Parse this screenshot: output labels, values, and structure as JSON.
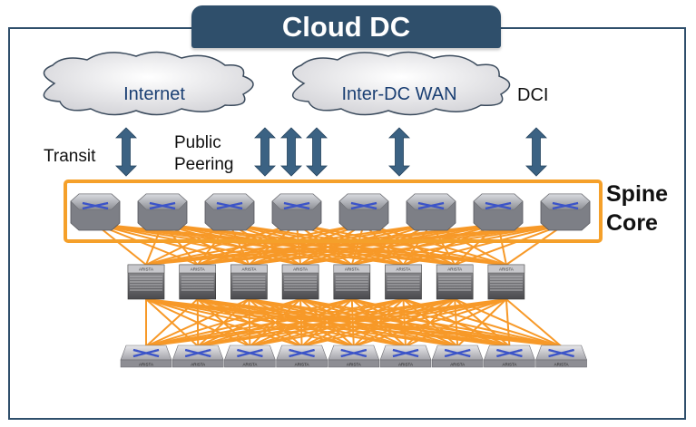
{
  "title": "Cloud DC",
  "clouds": [
    {
      "label": "Internet"
    },
    {
      "label": "Inter-DC WAN"
    }
  ],
  "labels": {
    "dci": "DCI",
    "transit": "Transit",
    "public_peering_line1": "Public",
    "public_peering_line2": "Peering"
  },
  "tiers": {
    "spine_core_line1": "Spine",
    "spine_core_line2": "Core"
  },
  "device_brand": "ARISTA",
  "counts": {
    "spine_switches": 8,
    "chassis_switches": 8,
    "leaf_switches": 9
  },
  "colors": {
    "frame": "#2f4f6b",
    "highlight": "#f5a02a",
    "links": "#f7941d",
    "arrows": "#3b6283",
    "cloud_text": "#1a3f73"
  }
}
